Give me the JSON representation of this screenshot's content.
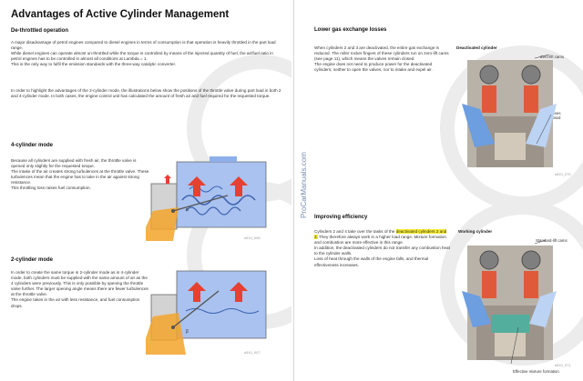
{
  "left": {
    "title": "Advantages of Active Cylinder Management",
    "subtitle": "De-throttled operation",
    "intro": [
      "A major disadvantage of petrol engines compared to diesel engines in terms of consumption is that operation is heavily throttled in the part load range.",
      "While diesel engines can operate almost un-throttled while the torque is controlled by means of the injected quantity of fuel, the air/fuel ratio in petrol engines has to be controlled in almost all conditions at Lambda = 1.",
      "This is the only way to fulfil the emission standards with the three-way catalytic converter."
    ],
    "intro2": "In order to highlight the advantages of the 2-cylinder mode, the illustrations below show the positions of the throttle valve during part load in both 2 and 4-cylinder mode. In both cases, the engine control unit has calculated the amount of fresh air and fuel required for the requested torque.",
    "mode4": {
      "heading": "4-cylinder mode",
      "text": "Because all cylinders are supplied with fresh air, the throttle valve is opened only slightly for the requested torque.\nThe intake of the air creates strong turbulences at the throttle valve. These turbulences mean that the engine has to take in the air against strong resistance.\nThis throttling loss raises fuel consumption.",
      "figure_label": "α",
      "caption": "s510_006"
    },
    "mode2": {
      "heading": "2-cylinder mode",
      "text": "In order to create the same torque in 2-cylinder mode as in 4-cylinder mode, both cylinders must be supplied with the same amount of air as the 4 cylinders were previously. This is only possible by opening the throttle valve further. The larger opening angle means there are fewer turbulences at the throttle valve.\nThe engine takes in the air with less resistance, and fuel consumption drops.",
      "figure_label": "β",
      "caption": "s510_007"
    }
  },
  "right": {
    "watermark": "ProCarManuals.com",
    "lower_gas": {
      "heading": "Lower gas exchange losses",
      "text": "When cylinders 2 and 3 are deactivated, the entire gas exchange is reduced. The roller rocker fingers of these cylinders run on zero-lift cams (see page 11), which means the valves remain closed.\nThe engine does not need to produce power for the deactivated cylinders; neither to open the valves, nor to intake and expel air.",
      "figure_title": "Deactivated cylinder",
      "label_cams": "Zero-lift cams",
      "label_valves": "Valves\nclosed",
      "caption": "s510_070"
    },
    "efficiency": {
      "heading": "Improving efficiency",
      "text_pre": "Cylinders 2 and 4 take over the tasks of the ",
      "text_highlight": "deactivated cylinders 2 and 3.",
      "text_post": " They therefore always work in a higher load range. Mixture formation and combustion are more effective in this range.\nIn addition, the deactivated cylinders do not transfer any combustion heat to the cylinder walls.\nLoss of heat through the walls of the engine falls, and thermal effectiveness increases.",
      "figure_title": "Working cylinder",
      "label_cams": "Standard-lift cams",
      "label_mixture": "Effective mixture formation",
      "caption": "s510_071"
    }
  },
  "colors": {
    "air_blue": "#6c9ee0",
    "arrow_red": "#e64030",
    "throttle_orange": "#f3a32a",
    "highlight": "#f6ec2e",
    "mixture_teal": "#4bb0a0"
  }
}
